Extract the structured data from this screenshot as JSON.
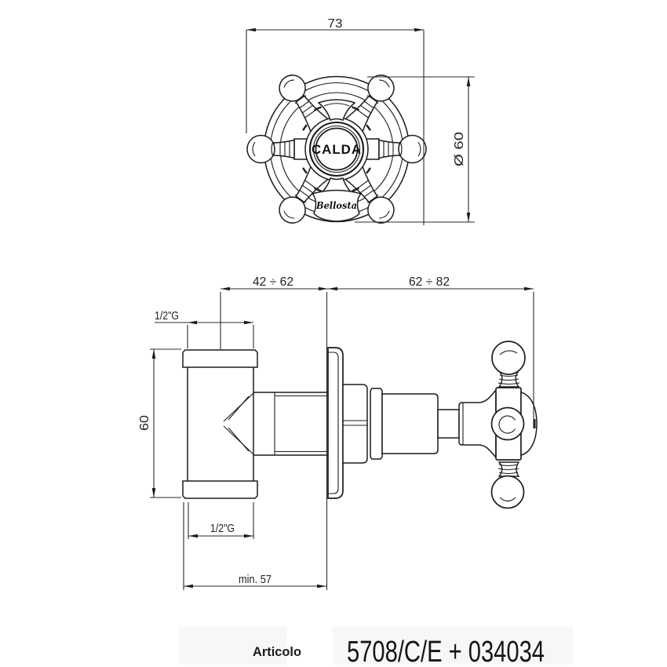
{
  "front_view": {
    "dim_width": "73",
    "dim_diameter": "Ø 60",
    "handle_label": "CALDA",
    "brand": "Bellosta"
  },
  "side_view": {
    "dim_wall_min": "42 ÷ 62",
    "dim_wall_max": "62 ÷ 82",
    "thread_top": "1/2\"G",
    "thread_bottom": "1/2\"G",
    "dim_height": "60",
    "dim_min_depth": "min. 57"
  },
  "footer": {
    "label": "Articolo",
    "code": "5708/C/E + 034034"
  },
  "colors": {
    "line": "#1c1c1c",
    "background": "#ffffff",
    "footer_panel": "#f7f7f7"
  }
}
